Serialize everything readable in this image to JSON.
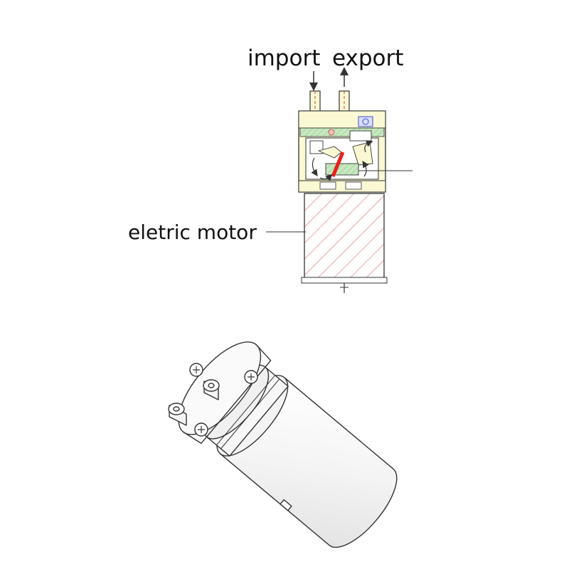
{
  "labels": {
    "import": "import",
    "export": "export",
    "motor": "eletric motor"
  },
  "colors": {
    "outline": "#333333",
    "housing_fill": "#fbf8d4",
    "motor_hatch": "#e06a6a",
    "green_fill": "#b6e0b0",
    "red_diaphragm": "#e8201b",
    "blue_valve": "#3c4fd0"
  }
}
